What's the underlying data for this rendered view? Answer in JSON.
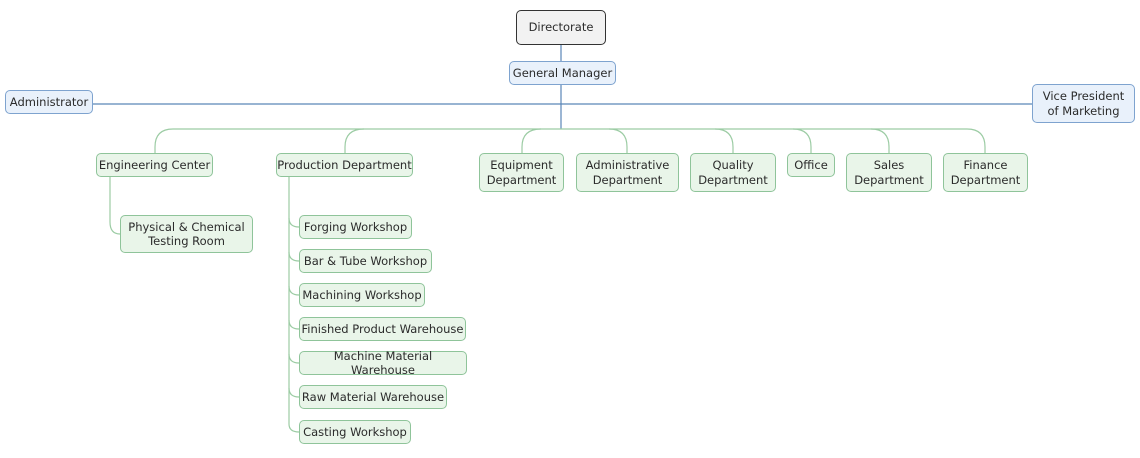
{
  "nodes": {
    "directorate": "Directorate",
    "general_manager": "General Manager",
    "administrator": "Administrator",
    "vice_president": "Vice President\nof Marketing",
    "engineering_center": "Engineering Center",
    "physical_chemical": "Physical & Chemical\nTesting Room",
    "production_department": "Production Department",
    "equipment_department": "Equipment\nDepartment",
    "administrative_department": "Administrative\nDepartment",
    "quality_department": "Quality\nDepartment",
    "office": "Office",
    "sales_department": "Sales\nDepartment",
    "finance_department": "Finance\nDepartment",
    "forging_workshop": "Forging Workshop",
    "bar_tube_workshop": "Bar & Tube Workshop",
    "machining_workshop": "Machining Workshop",
    "finished_product_warehouse": "Finished Product Warehouse",
    "machine_material_warehouse": "Machine Material Warehouse",
    "raw_material_warehouse": "Raw Material Warehouse",
    "casting_workshop": "Casting Workshop"
  },
  "colors": {
    "root_fill": "#f2f2f2",
    "root_border": "#333333",
    "blue_fill": "#e9f1fb",
    "blue_border": "#7ea3cf",
    "green_fill": "#e9f5e9",
    "green_border": "#8fc49a",
    "blue_line": "#5a86b8",
    "green_line": "#9ccca4"
  }
}
